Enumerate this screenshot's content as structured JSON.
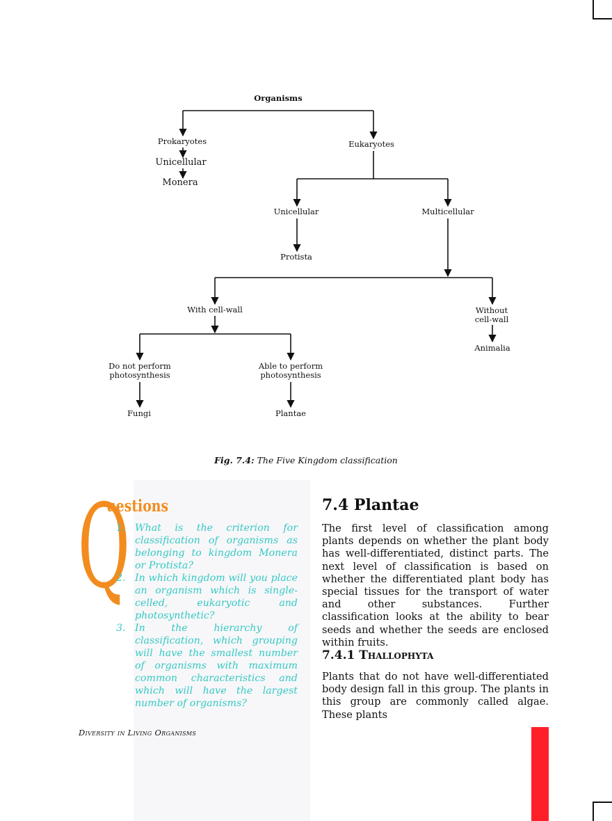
{
  "diagram": {
    "nodes": {
      "organisms": "Organisms",
      "prokaryotes": "Prokaryotes",
      "unicellular_left": "Unicellular",
      "monera": "Monera",
      "eukaryotes": "Eukaryotes",
      "unicellular": "Unicellular",
      "multicellular": "Multicellular",
      "protista": "Protista",
      "with_cell_wall": "With cell-wall",
      "without_cell_wall": "Without\ncell-wall",
      "animalia": "Animalia",
      "no_photosynthesis": "Do not perform\nphotosynthesis",
      "photosynthesis": "Able to perform\nphotosynthesis",
      "fungi": "Fungi",
      "plantae": "Plantae"
    },
    "caption_label": "Fig. 7.4:",
    "caption_text": " The Five Kingdom classification",
    "line_color": "#111111"
  },
  "questions": {
    "letter": "Q",
    "title": "uestions",
    "color": "#f28c1e",
    "text_color": "#36c9c4",
    "items": [
      {
        "num": "1.",
        "text": "What is the criterion for classification of organisms as belonging to kingdom Monera or Protista?"
      },
      {
        "num": "2.",
        "text": "In which kingdom will you place an organism which is single-celled, eukaryotic and photosynthetic?"
      },
      {
        "num": "3.",
        "text": "In the hierarchy of classification, which grouping will have the smallest number of organisms with maximum common characteristics and which will have the largest number of organisms?"
      }
    ]
  },
  "section": {
    "title": "7.4  Plantae",
    "paragraph1": "The first level of classification among plants depends on whether the plant body has well-differentiated, distinct parts. The next level of classification is based on whether the differentiated plant body has special tissues for the transport of water and other substances. Further classification looks at the ability to bear seeds and whether the seeds are enclosed within fruits.",
    "subsection_num": "7.4.1 ",
    "subsection_title": "Thallophyta",
    "paragraph2": "Plants that do not have well-differentiated body design fall in this group.  The plants in this group are commonly called algae. These plants"
  },
  "footer": {
    "running_title": "Diversity in Living Organisms",
    "accent_color": "#ff1f2a"
  }
}
